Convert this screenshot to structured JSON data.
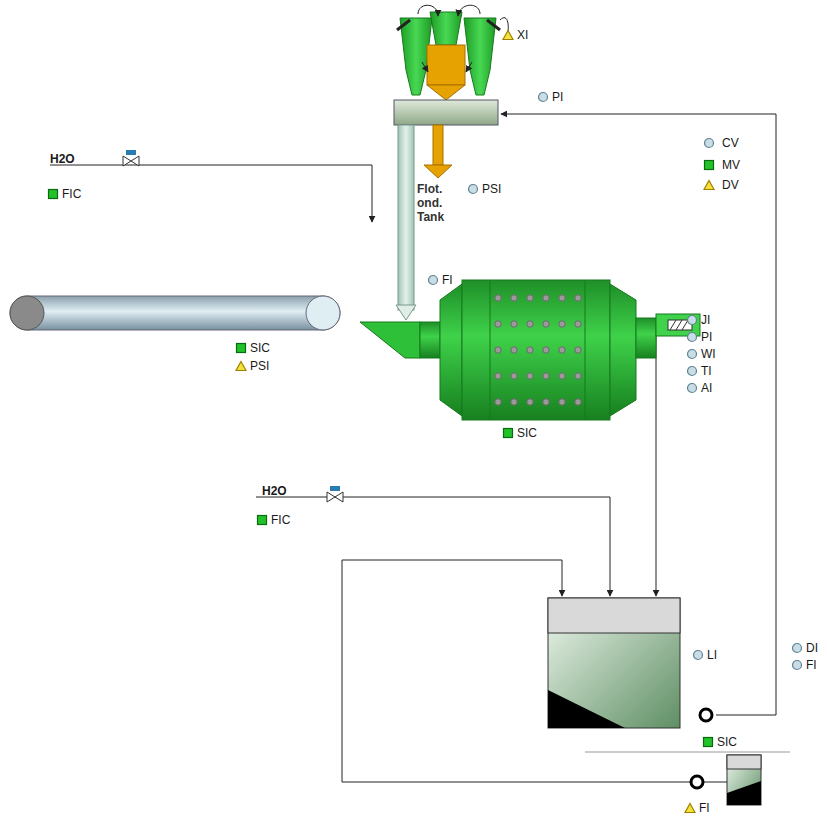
{
  "diagram": {
    "labels": [
      "XI",
      "PI",
      "H2O",
      "Flot. ond. Tank",
      "PSI",
      "FIC",
      "FI",
      "JI",
      "PI",
      "WI",
      "TI",
      "AI",
      "SIC",
      "PSI",
      "SIC",
      "H2O",
      "FIC",
      "LI",
      "DI",
      "FI",
      "SIC",
      "FI"
    ],
    "legend": [
      {
        "text": "CV"
      },
      {
        "text": "MV"
      },
      {
        "text": "DV"
      }
    ]
  }
}
